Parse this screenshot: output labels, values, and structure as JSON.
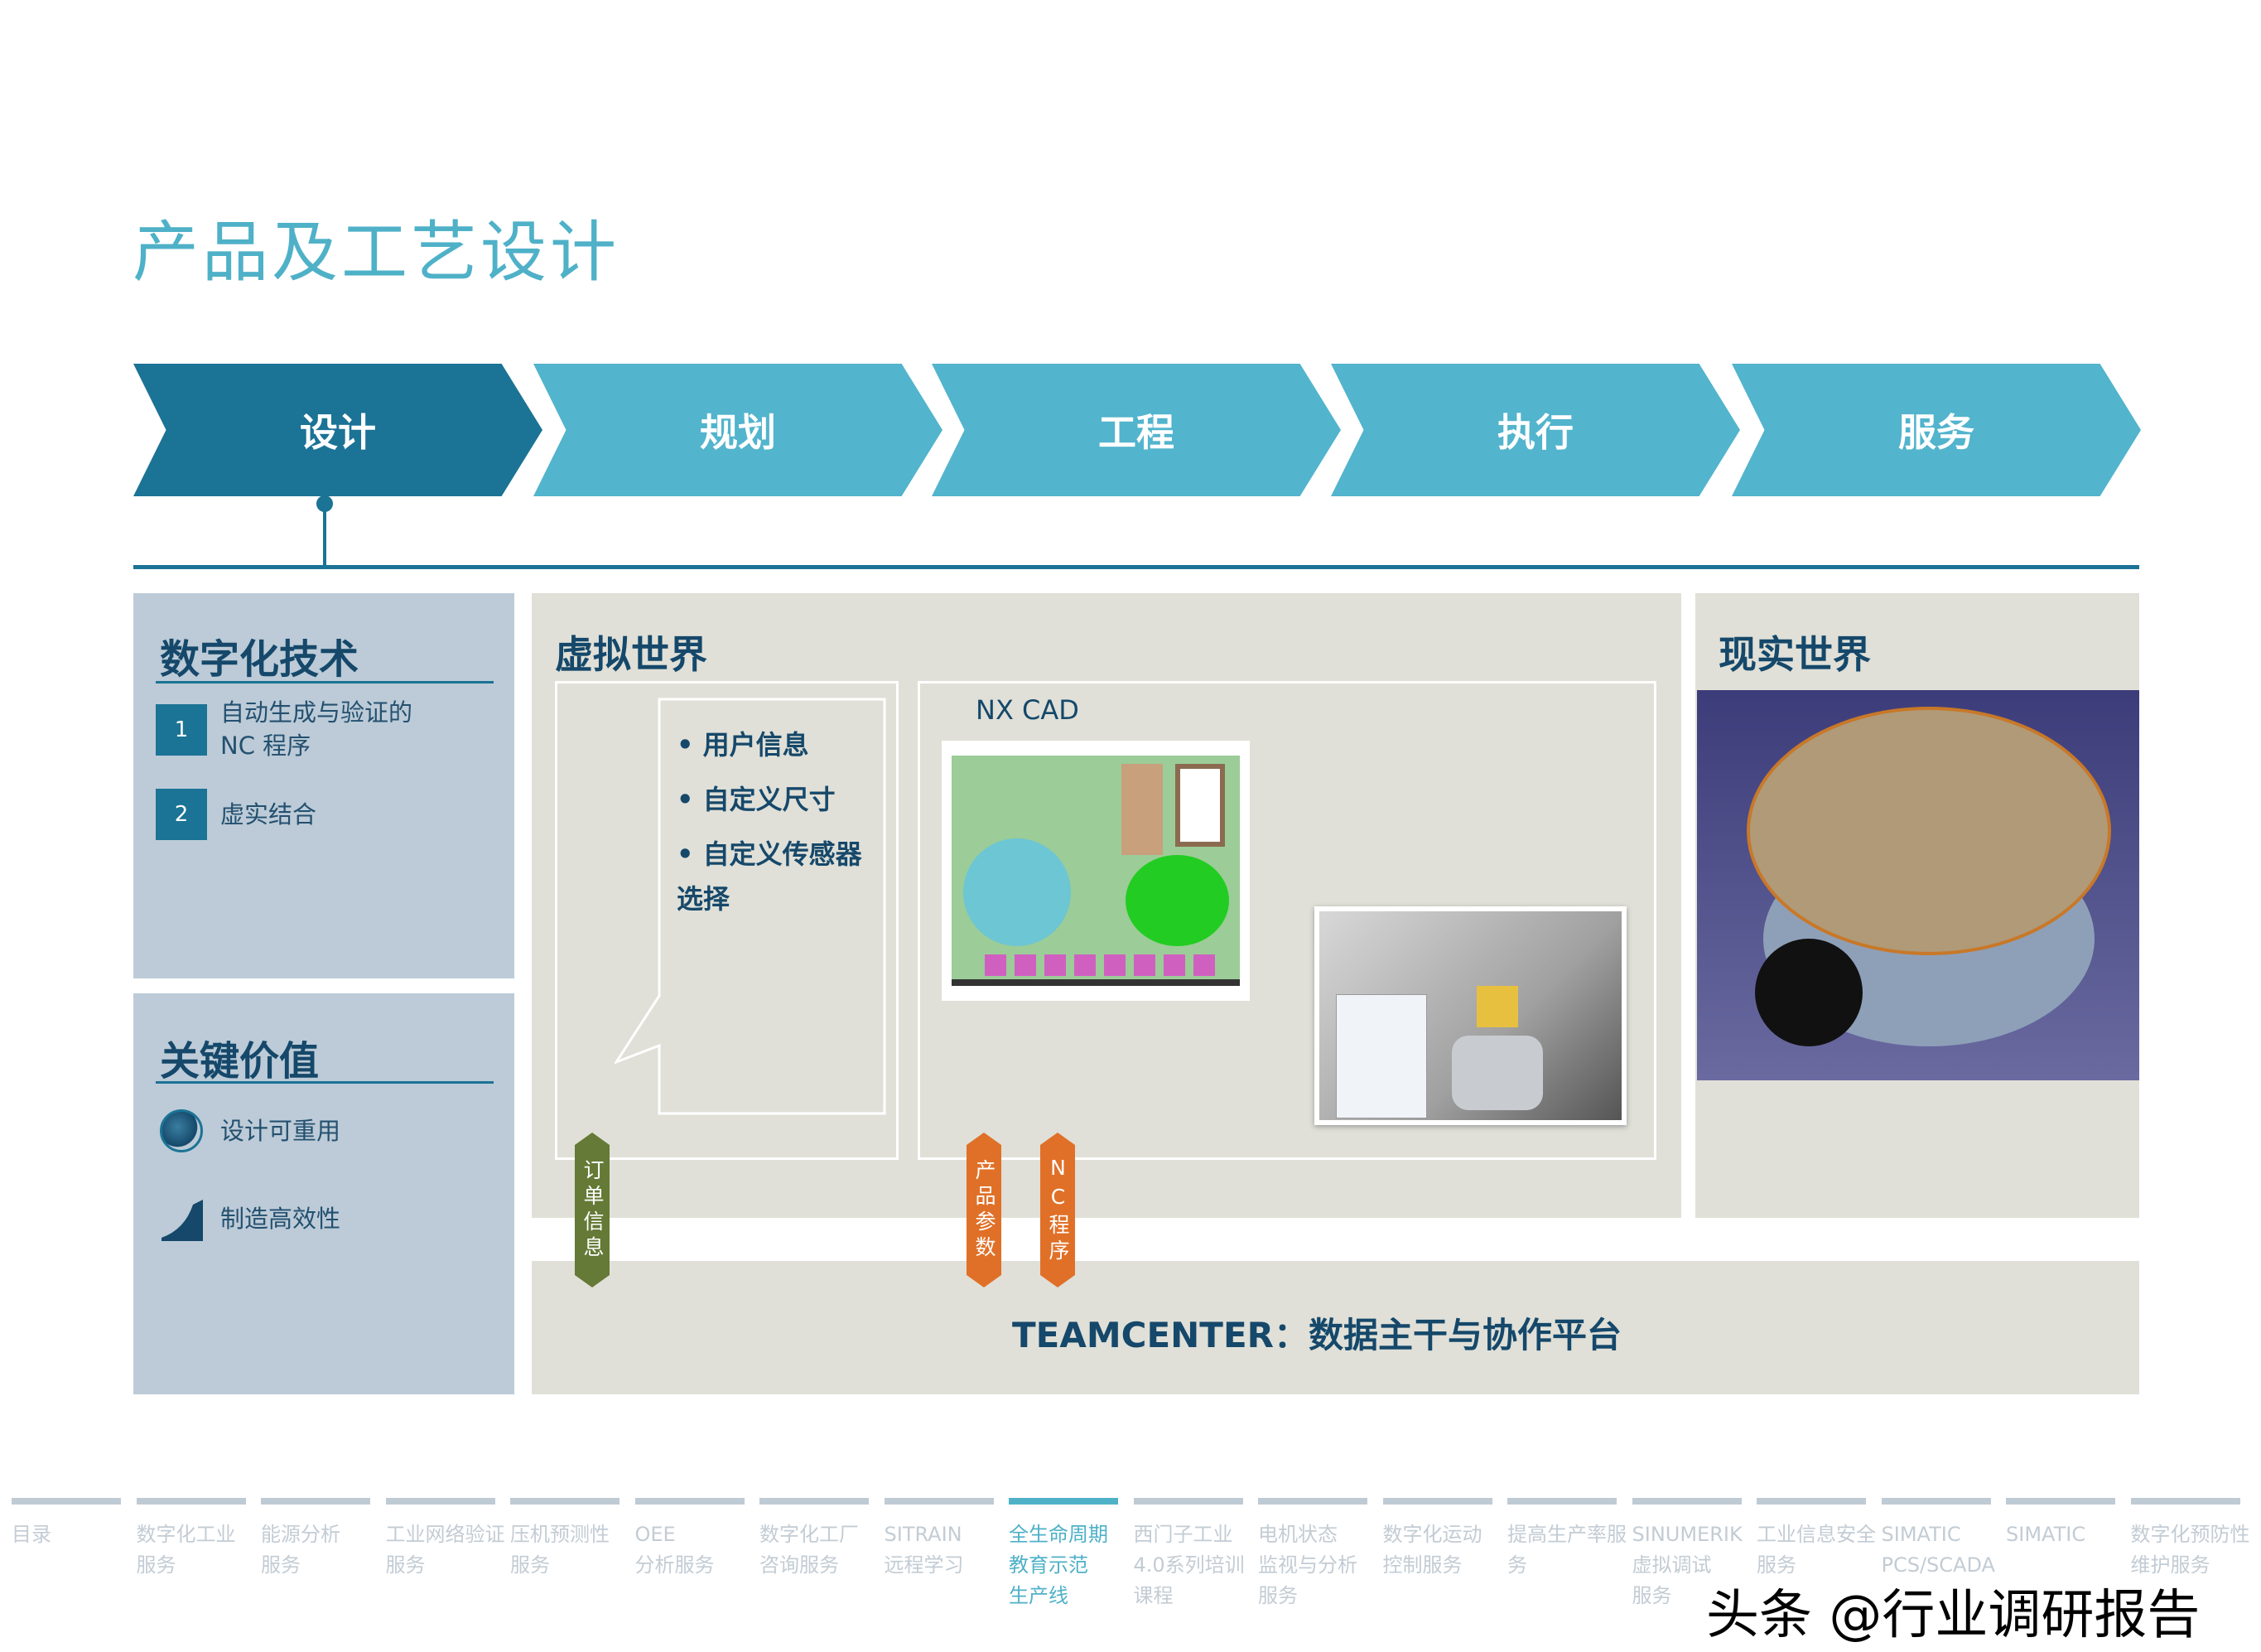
{
  "title": "产品及工艺设计",
  "process_steps": [
    {
      "label": "设计",
      "active": true
    },
    {
      "label": "规划"
    },
    {
      "label": "工程"
    },
    {
      "label": "执行"
    },
    {
      "label": "服务"
    }
  ],
  "colors": {
    "active_step": "#1b7396",
    "step": "#52b4cd",
    "panel_left": "#bccbd7",
    "panel_mid": "#e0e0d8",
    "accent_green": "#647a36",
    "accent_orange": "#e07028"
  },
  "digital_tech": {
    "heading": "数字化技术",
    "items": [
      {
        "num": "1",
        "text": "自动生成与验证的\nNC 程序"
      },
      {
        "num": "2",
        "text": "虚实结合"
      }
    ]
  },
  "key_value": {
    "heading": "关键价值",
    "items": [
      {
        "icon": "clock-icon",
        "text": "设计可重用"
      },
      {
        "icon": "growth-chart-icon",
        "text": "制造高效性"
      }
    ]
  },
  "virtual_world": {
    "heading": "虚拟世界",
    "bullets": [
      "用户信息",
      "自定义尺寸",
      "自定义传感器\n选择"
    ],
    "nx_label": "NX CAD"
  },
  "real_world": {
    "heading": "现实世界"
  },
  "arrows": {
    "order": "订单信息",
    "product": "产品参数",
    "nc": "NC程序"
  },
  "teamcenter": "TEAMCENTER：数据主干与协作平台",
  "bottom_nav": [
    {
      "label": "目录"
    },
    {
      "label": "数字化工业\n服务"
    },
    {
      "label": "能源分析\n服务"
    },
    {
      "label": "工业网络验证\n服务"
    },
    {
      "label": "压机预测性\n服务"
    },
    {
      "label": "OEE\n分析服务"
    },
    {
      "label": "数字化工厂\n咨询服务"
    },
    {
      "label": "SITRAIN\n远程学习"
    },
    {
      "label": "全生命周期\n教育示范\n生产线",
      "active": true
    },
    {
      "label": "西门子工业\n4.0系列培训\n课程"
    },
    {
      "label": "电机状态\n监视与分析\n服务"
    },
    {
      "label": "数字化运动\n控制服务"
    },
    {
      "label": "提高生产率服\n务"
    },
    {
      "label": "SINUMERIK\n虚拟调试\n服务"
    },
    {
      "label": "工业信息安全\n服务"
    },
    {
      "label": "SIMATIC\nPCS/SCADA"
    },
    {
      "label": "SIMATIC"
    },
    {
      "label": "数字化预防性\n维护服务"
    }
  ],
  "watermark": "头条 @行业调研报告"
}
